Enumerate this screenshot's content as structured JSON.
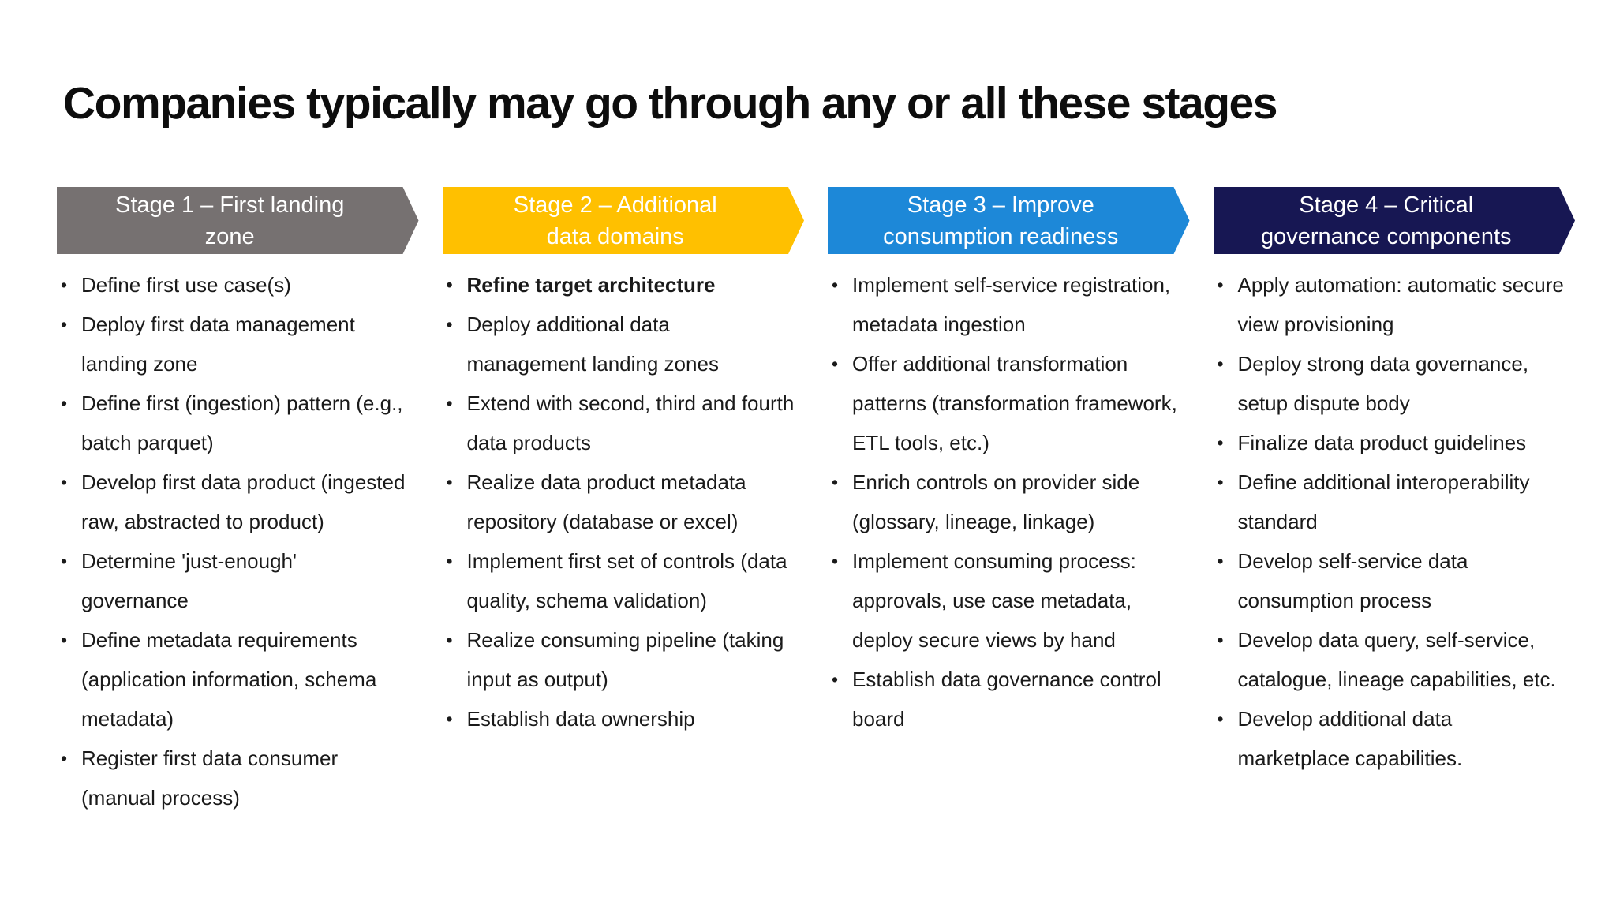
{
  "slide": {
    "title": "Companies typically may go through any or all these stages",
    "background_color": "#FFFFFF",
    "title_color": "#0D0D0D",
    "body_text_color": "#1A1A1A",
    "header_text_color": "#FFFFFF"
  },
  "stages": [
    {
      "label": "Stage 1 – First landing\nzone",
      "color": "#767171",
      "bullets": [
        {
          "text": "Define first use case(s)",
          "bold": false
        },
        {
          "text": "Deploy first data management landing zone",
          "bold": false
        },
        {
          "text": "Define first (ingestion) pattern (e.g., batch parquet)",
          "bold": false
        },
        {
          "text": "Develop first data product (ingested raw, abstracted to product)",
          "bold": false
        },
        {
          "text": "Determine 'just-enough' governance",
          "bold": false
        },
        {
          "text": "Define metadata requirements (application information, schema metadata)",
          "bold": false
        },
        {
          "text": "Register first data consumer (manual process)",
          "bold": false
        }
      ]
    },
    {
      "label": "Stage 2 – Additional\ndata domains",
      "color": "#FFC000",
      "bullets": [
        {
          "text": "Refine target architecture",
          "bold": true
        },
        {
          "text": "Deploy additional data management landing zones",
          "bold": false
        },
        {
          "text": "Extend with second, third and fourth data products",
          "bold": false
        },
        {
          "text": "Realize data product metadata repository (database or excel)",
          "bold": false
        },
        {
          "text": "Implement first set of controls (data quality, schema validation)",
          "bold": false
        },
        {
          "text": "Realize consuming pipeline (taking input as output)",
          "bold": false
        },
        {
          "text": "Establish data ownership",
          "bold": false
        }
      ]
    },
    {
      "label": "Stage 3 – Improve\nconsumption readiness",
      "color": "#1D88D8",
      "bullets": [
        {
          "text": "Implement self-service registration, metadata ingestion",
          "bold": false
        },
        {
          "text": "Offer additional transformation patterns (transformation framework, ETL tools, etc.)",
          "bold": false
        },
        {
          "text": "Enrich controls on provider side (glossary, lineage, linkage)",
          "bold": false
        },
        {
          "text": "Implement consuming process: approvals, use case metadata, deploy secure views by hand",
          "bold": false
        },
        {
          "text": "Establish data governance control board",
          "bold": false
        }
      ]
    },
    {
      "label": "Stage 4 – Critical\ngovernance components",
      "color": "#171753",
      "bullets": [
        {
          "text": "Apply automation: automatic secure view provisioning",
          "bold": false
        },
        {
          "text": "Deploy strong data governance, setup dispute body",
          "bold": false
        },
        {
          "text": "Finalize data product guidelines",
          "bold": false
        },
        {
          "text": "Define additional interoperability standard",
          "bold": false
        },
        {
          "text": "Develop self-service data consumption process",
          "bold": false
        },
        {
          "text": "Develop data query, self-service, catalogue, lineage capabilities, etc.",
          "bold": false
        },
        {
          "text": "Develop additional data marketplace capabilities.",
          "bold": false
        }
      ]
    }
  ]
}
